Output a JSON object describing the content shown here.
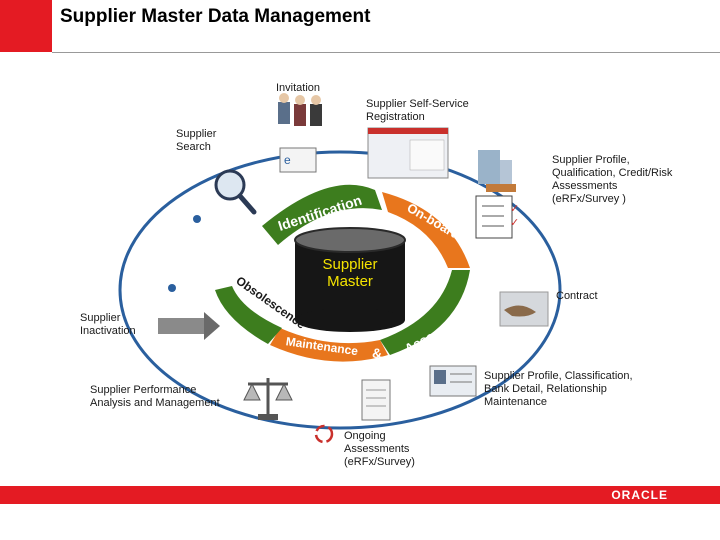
{
  "header": {
    "title": "Supplier Master Data Management"
  },
  "center": {
    "label_line1": "Supplier",
    "label_line2": "Master"
  },
  "ring": {
    "identification": "Identification",
    "onboarding": "On-boarding",
    "assessment": "Assessment",
    "ampersand": "&",
    "maintenance": "Maintenance",
    "obsolescence": "Obsolescence"
  },
  "labels": {
    "invitation": "Invitation",
    "self_service_1": "Supplier Self-Service",
    "self_service_2": "Registration",
    "search_1": "Supplier",
    "search_2": "Search",
    "profile_1": "Supplier Profile,",
    "profile_2": "Qualification, Credit/Risk",
    "profile_3": "Assessments",
    "profile_4": "(eRFx/Survey )",
    "contract": "Contract",
    "inactivation_1": "Supplier",
    "inactivation_2": "Inactivation",
    "classification_1": "Supplier Profile, Classification,",
    "classification_2": "Bank Detail, Relationship",
    "classification_3": "Maintenance",
    "performance_1": "Supplier Performance",
    "performance_2": "Analysis and Management",
    "ongoing_1": "Ongoing",
    "ongoing_2": "Assessments",
    "ongoing_3": "(eRFx/Survey)"
  },
  "footer": {
    "brand": "ORACLE"
  },
  "colors": {
    "brand_red": "#e41b23",
    "ring_green": "#3d7d1e",
    "ring_orange": "#e8761d",
    "cycle_blue": "#2a5f9e"
  }
}
